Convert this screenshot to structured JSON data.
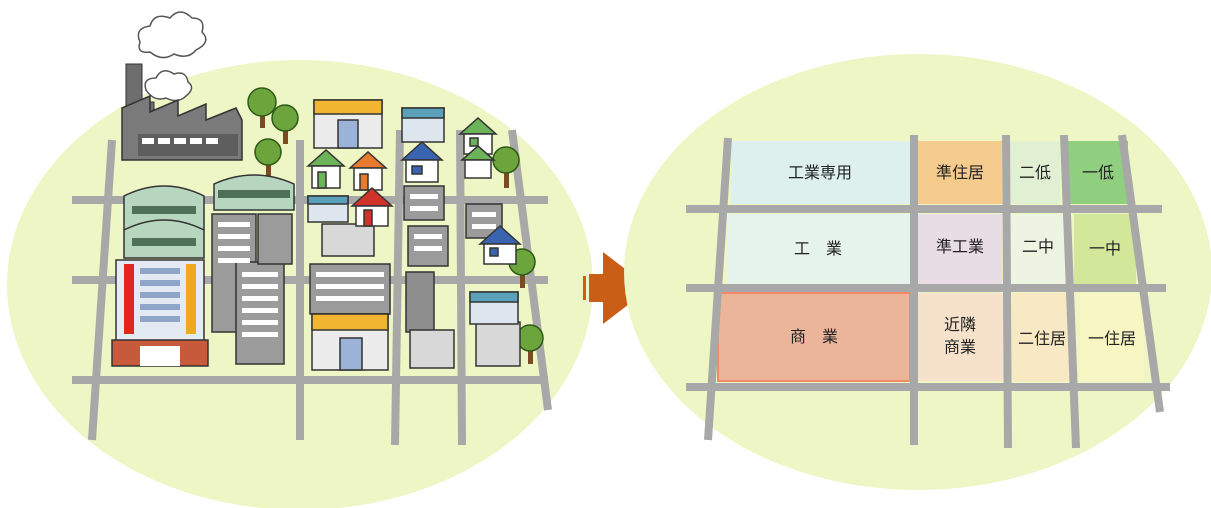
{
  "arrow_color": "#C95F16",
  "ellipse_color": "#EEF6C5",
  "road_color": "#A8A8A8",
  "left_scene": {
    "icons": [
      "cloud-icon",
      "factory-icon",
      "tree-icon",
      "house-icon",
      "shop-icon",
      "apartment-icon",
      "office-building-icon",
      "hotel-icon"
    ]
  },
  "zones": [
    {
      "id": "kogyo-senyo",
      "label": "工業専用",
      "color": "#DDF0EE"
    },
    {
      "id": "jun-jukyo",
      "label": "準住居",
      "color": "#F5CB8E"
    },
    {
      "id": "ni-tei",
      "label": "二低",
      "color": "#E1EFD3"
    },
    {
      "id": "ichi-tei",
      "label": "一低",
      "color": "#8FCF7F"
    },
    {
      "id": "kogyo",
      "label": "工　業",
      "color": "#E6F3EC"
    },
    {
      "id": "jun-kogyo",
      "label": "準工業",
      "color": "#E8DDE5"
    },
    {
      "id": "ni-chu",
      "label": "二中",
      "color": "#EDF4E1"
    },
    {
      "id": "ichi-chu",
      "label": "一中",
      "color": "#D3E79A"
    },
    {
      "id": "shogyo",
      "label": "商　業",
      "color": "#EBB59A"
    },
    {
      "id": "kinrin-shogyo",
      "label": "近隣\n商業",
      "color": "#F6E2CB"
    },
    {
      "id": "ni-jukyo",
      "label": "二住居",
      "color": "#F8E8C4"
    },
    {
      "id": "ichi-jukyo",
      "label": "一住居",
      "color": "#F8F6C2"
    }
  ]
}
